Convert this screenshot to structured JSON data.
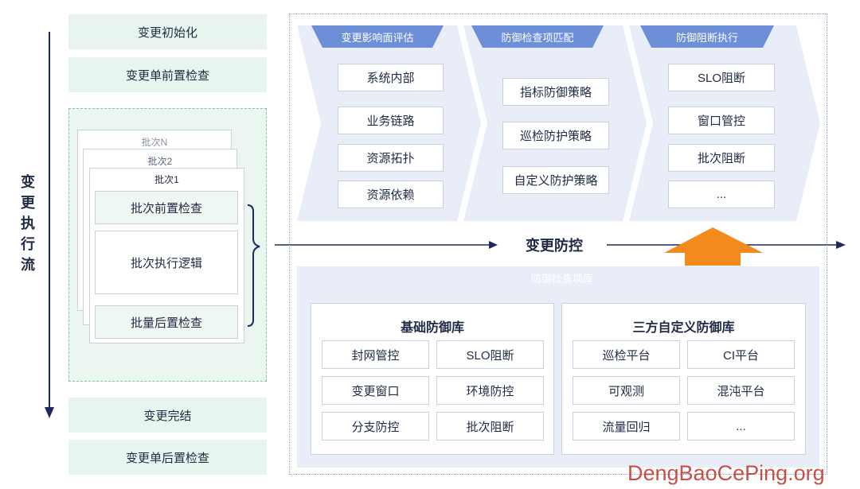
{
  "left": {
    "top_steps": [
      "变更初始化",
      "变更单前置检查"
    ],
    "bottom_steps": [
      "变更完结",
      "变更单后置检查"
    ],
    "flow_label": [
      "变",
      "更",
      "执",
      "行",
      "流"
    ],
    "batches": {
      "papers": [
        "批次N",
        "批次2",
        "批次1"
      ],
      "pre_check": "批次前置检查",
      "logic": "批次执行逻辑",
      "post_check": "批量后置检查"
    }
  },
  "stages": [
    {
      "header": "变更影响面评估",
      "items": [
        "系统内部",
        "业务链路",
        "资源拓扑",
        "资源依赖"
      ]
    },
    {
      "header": "防御检查项匹配",
      "items": [
        "指标防御策略",
        "巡检防护策略",
        "自定义防护策略"
      ]
    },
    {
      "header": "防御阻断执行",
      "items": [
        "SLO阻断",
        "窗口管控",
        "批次阻断",
        "..."
      ]
    }
  ],
  "center_label": "变更防控",
  "library": {
    "header": "防御检查项库",
    "base": {
      "title": "基础防御库",
      "items": [
        "封网管控",
        "SLO阻断",
        "变更窗口",
        "环境防控",
        "分支防控",
        "批次阻断"
      ]
    },
    "custom": {
      "title": "三方自定义防御库",
      "items": [
        "巡检平台",
        "CI平台",
        "可观测",
        "混沌平台",
        "流量回归",
        "..."
      ]
    }
  },
  "watermark": "DengBaoCePing.org",
  "colors": {
    "green_bg": "#e8f5ee",
    "stage_bg": "#e8edf8",
    "header_blue": "#6d8fd8",
    "arrow_orange": "#f28a1e",
    "navy": "#1f2a5c"
  }
}
